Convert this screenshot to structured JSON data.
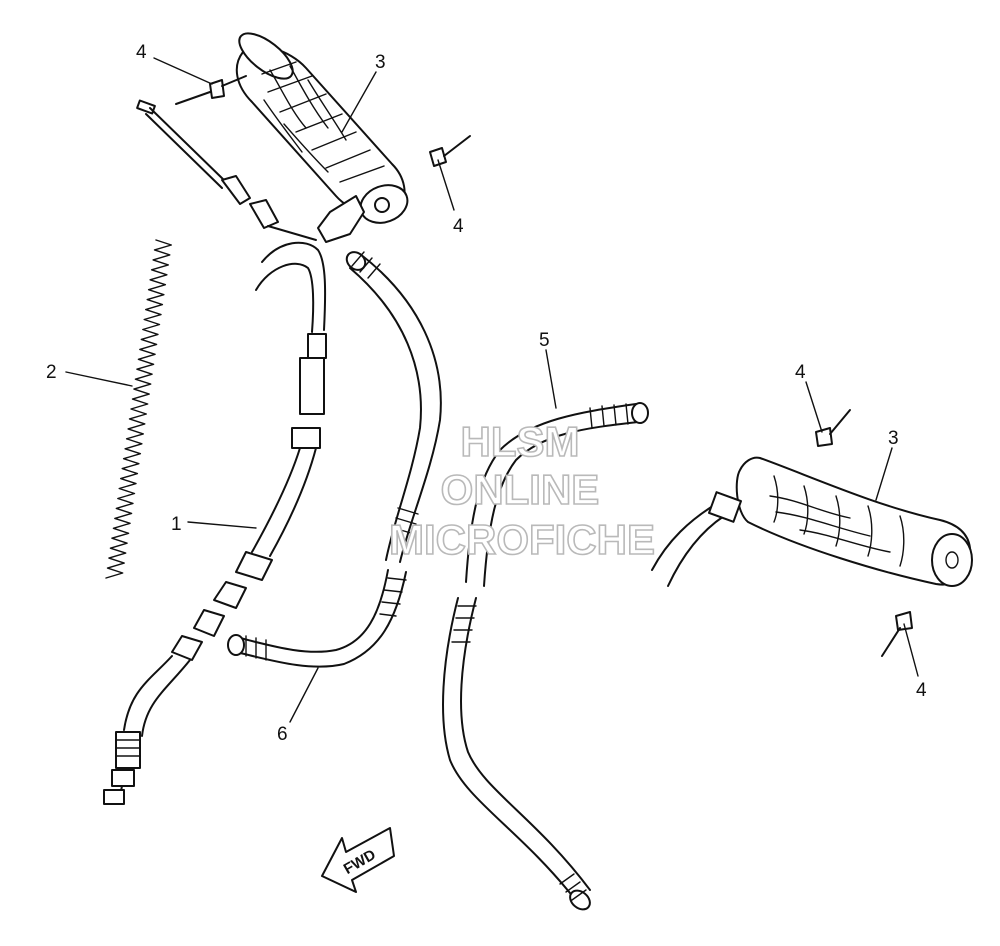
{
  "callouts": {
    "item_1": "1",
    "item_2": "2",
    "item_3_left": "3",
    "item_3_right": "3",
    "item_4_left_top": "4",
    "item_4_left_bottom": "4",
    "item_4_right_top": "4",
    "item_4_right_bottom": "4",
    "item_5": "5",
    "item_6": "6"
  },
  "direction_badge": "FWD",
  "watermark": {
    "line1": "HLSM",
    "line2": "ONLINE",
    "line3": "MICROFICHE"
  },
  "colors": {
    "line": "#111111",
    "background": "#ffffff",
    "watermark_outline": "#b9b9b9"
  }
}
